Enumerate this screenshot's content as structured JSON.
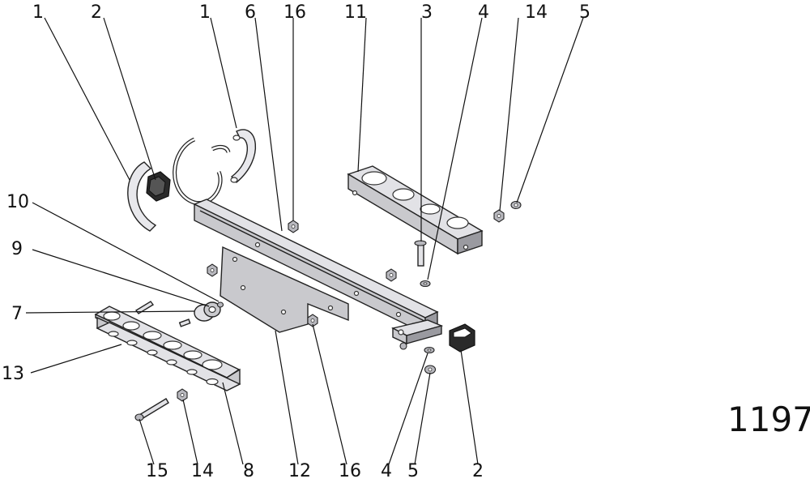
{
  "drawing": {
    "number": "1197"
  },
  "callouts": [
    {
      "id": "c-top-1a",
      "label": "1"
    },
    {
      "id": "c-top-2",
      "label": "2"
    },
    {
      "id": "c-top-1b",
      "label": "1"
    },
    {
      "id": "c-top-6",
      "label": "6"
    },
    {
      "id": "c-top-16",
      "label": "16"
    },
    {
      "id": "c-top-11",
      "label": "11"
    },
    {
      "id": "c-top-3",
      "label": "3"
    },
    {
      "id": "c-top-4",
      "label": "4"
    },
    {
      "id": "c-top-14",
      "label": "14"
    },
    {
      "id": "c-top-5",
      "label": "5"
    },
    {
      "id": "c-left-10",
      "label": "10"
    },
    {
      "id": "c-left-9",
      "label": "9"
    },
    {
      "id": "c-left-7",
      "label": "7"
    },
    {
      "id": "c-left-13",
      "label": "13"
    },
    {
      "id": "c-bot-15",
      "label": "15"
    },
    {
      "id": "c-bot-14",
      "label": "14"
    },
    {
      "id": "c-bot-8",
      "label": "8"
    },
    {
      "id": "c-bot-12",
      "label": "12"
    },
    {
      "id": "c-bot-16",
      "label": "16"
    },
    {
      "id": "c-bot-4",
      "label": "4"
    },
    {
      "id": "c-bot-5",
      "label": "5"
    },
    {
      "id": "c-bot-2",
      "label": "2"
    }
  ]
}
